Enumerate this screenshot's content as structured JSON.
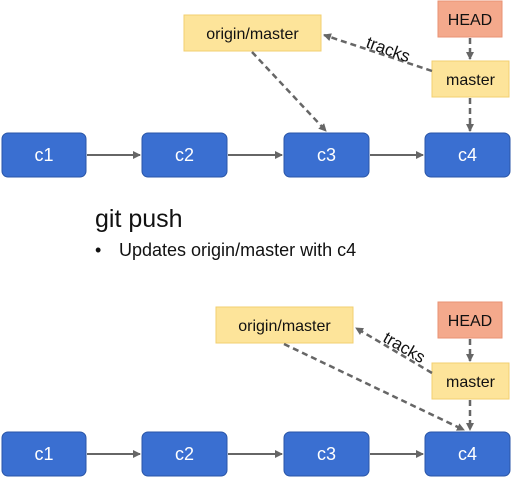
{
  "before": {
    "commits": [
      "c1",
      "c2",
      "c3",
      "c4"
    ],
    "remote_ref": "origin/master",
    "local_branch": "master",
    "head": "HEAD",
    "tracks_label": "tracks"
  },
  "caption": {
    "command": "git push",
    "bullet_glyph": "•",
    "bullet": "Updates origin/master with c4"
  },
  "after": {
    "commits": [
      "c1",
      "c2",
      "c3",
      "c4"
    ],
    "remote_ref": "origin/master",
    "local_branch": "master",
    "head": "HEAD",
    "tracks_label": "tracks"
  },
  "colors": {
    "commit_fill": "#3a6fd1",
    "branch_fill": "#fde49a",
    "head_fill": "#f4a98c",
    "arrow": "#666666"
  }
}
